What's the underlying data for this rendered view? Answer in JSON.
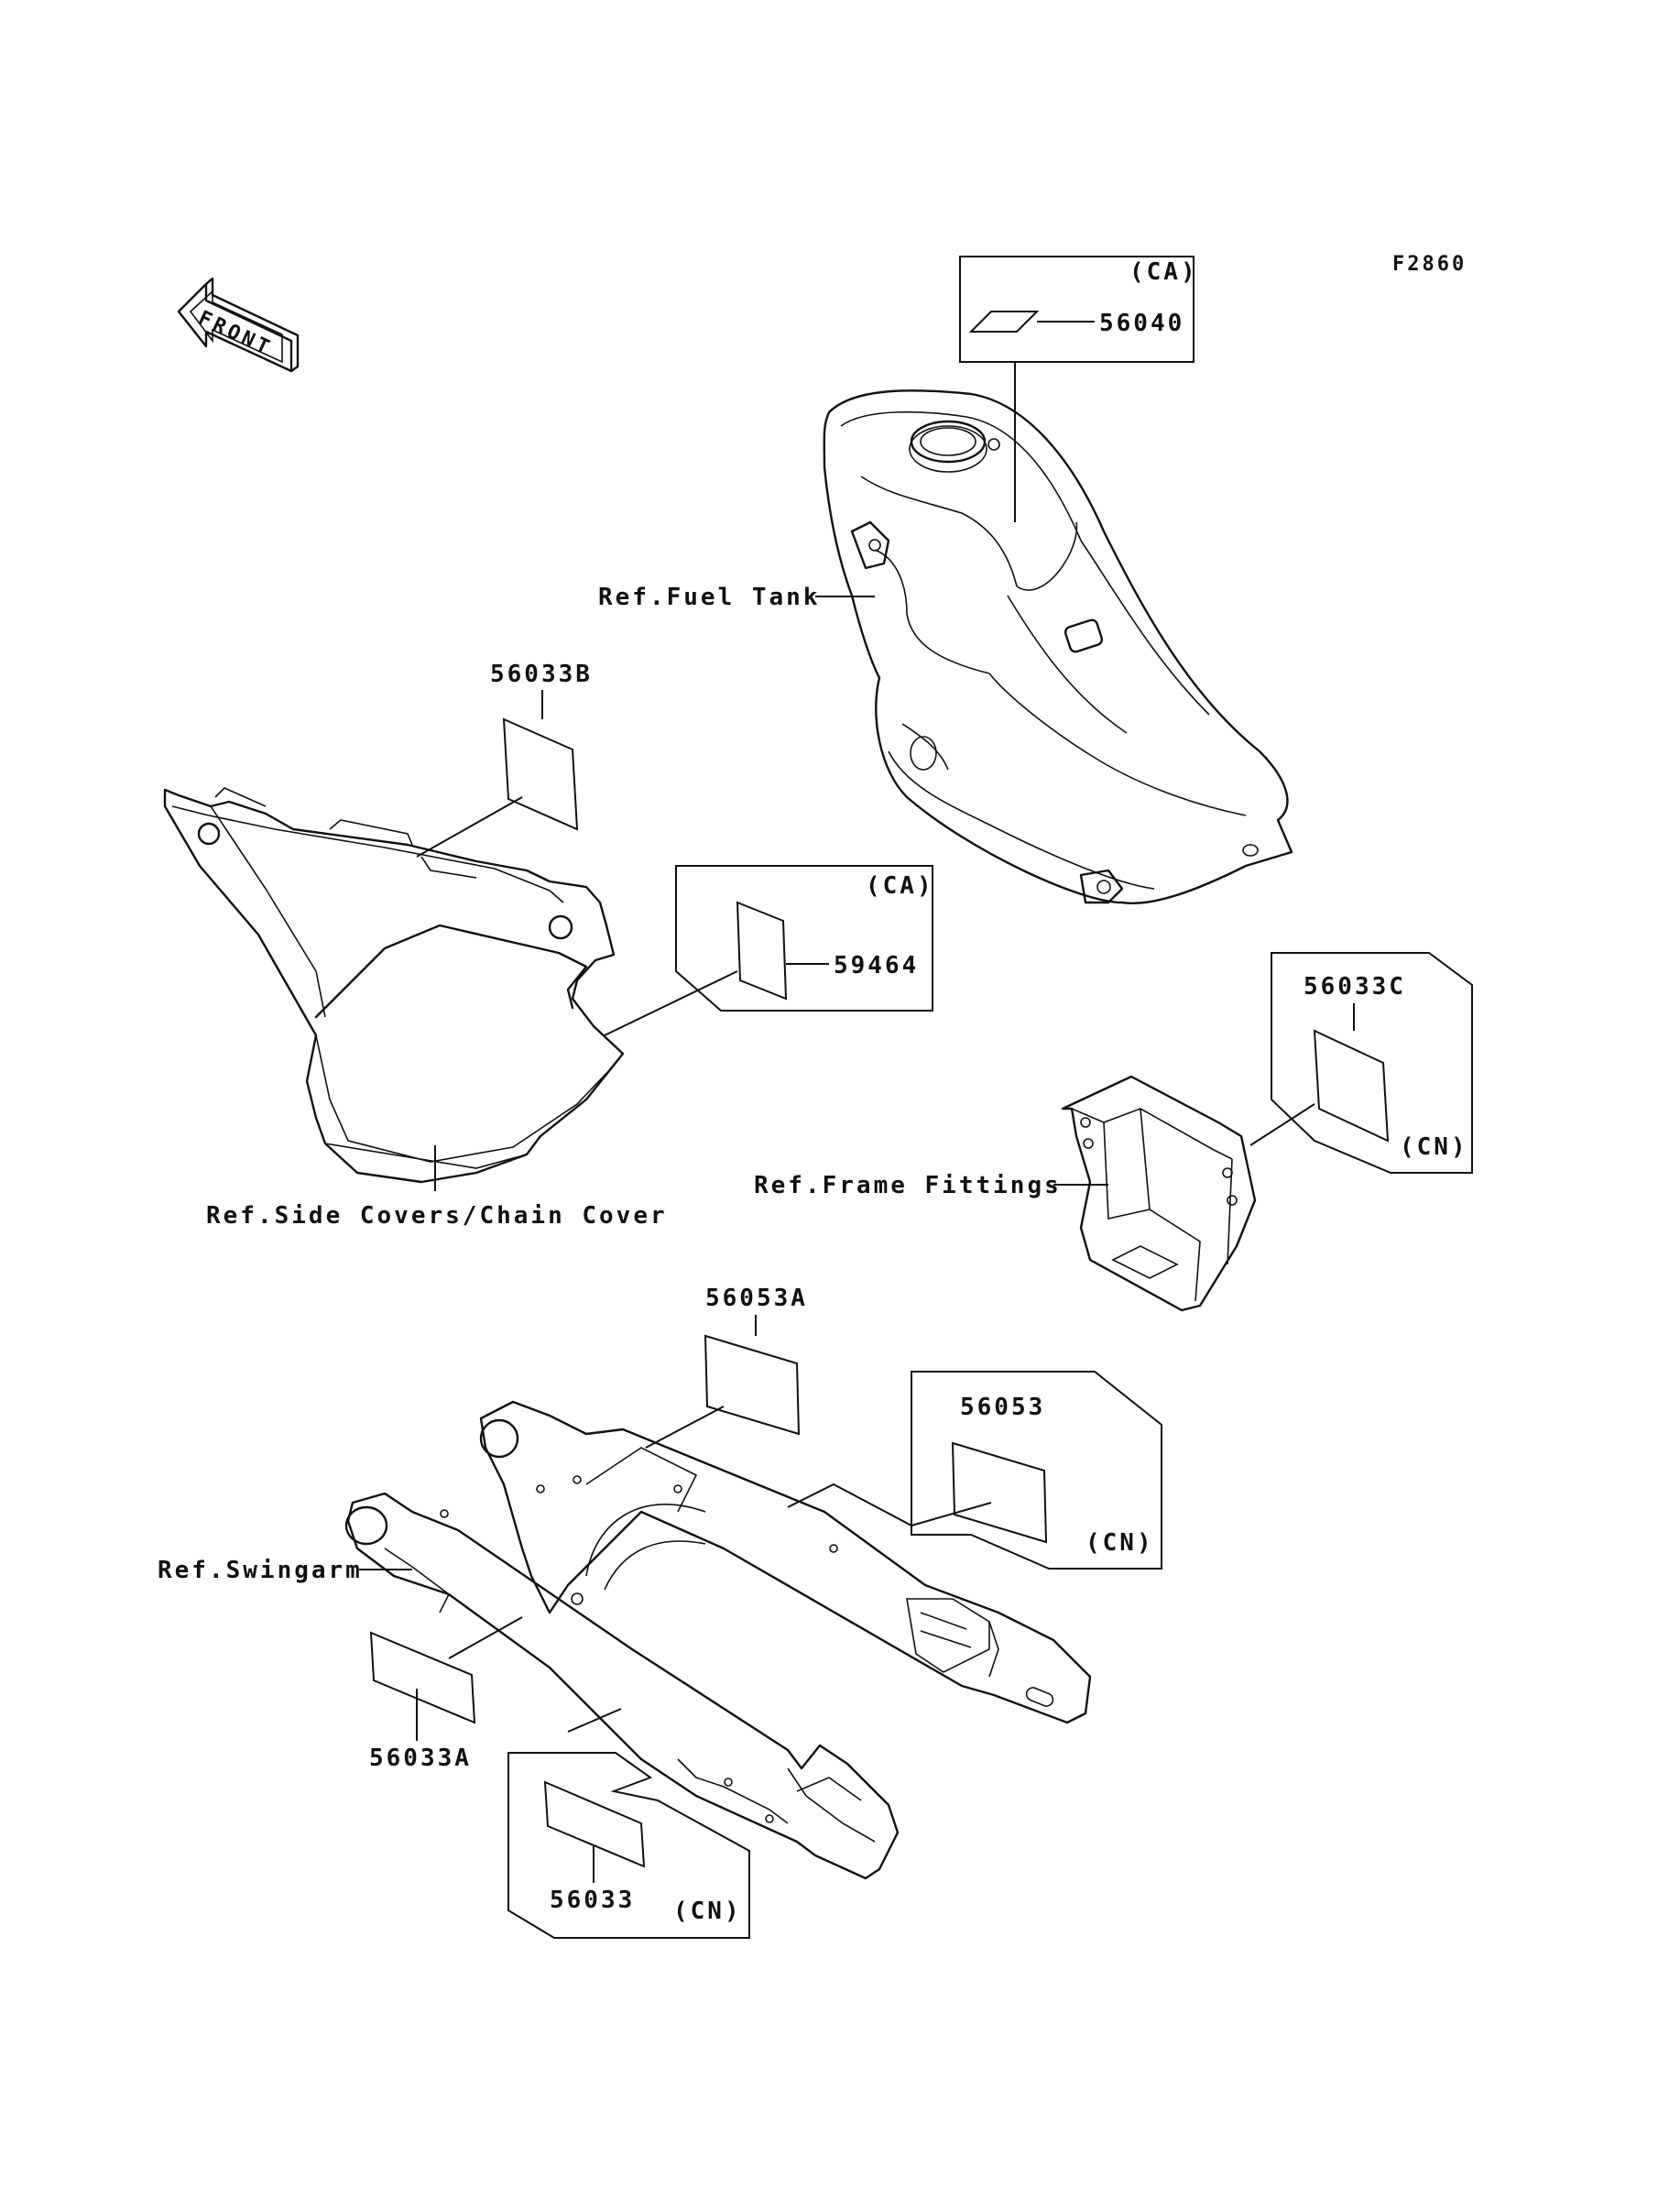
{
  "figure_code": "F2860",
  "front_arrow": {
    "text": "FRONT",
    "icon": "front-arrow-icon"
  },
  "labels": {
    "p56040": "56040",
    "ca_fuel": "(CA)",
    "ref_fuel_tank": "Ref.Fuel Tank",
    "p56033B": "56033B",
    "ca_side": "(CA)",
    "p59464": "59464",
    "ref_side_covers": "Ref.Side Covers/Chain Cover",
    "p56033C": "56033C",
    "cn_frame": "(CN)",
    "ref_frame_fittings": "Ref.Frame Fittings",
    "p56053A": "56053A",
    "p56053": "56053",
    "cn_swingarm_upper": "(CN)",
    "ref_swingarm": "Ref.Swingarm",
    "p56033A": "56033A",
    "p56033": "56033",
    "cn_swingarm_lower": "(CN)"
  }
}
